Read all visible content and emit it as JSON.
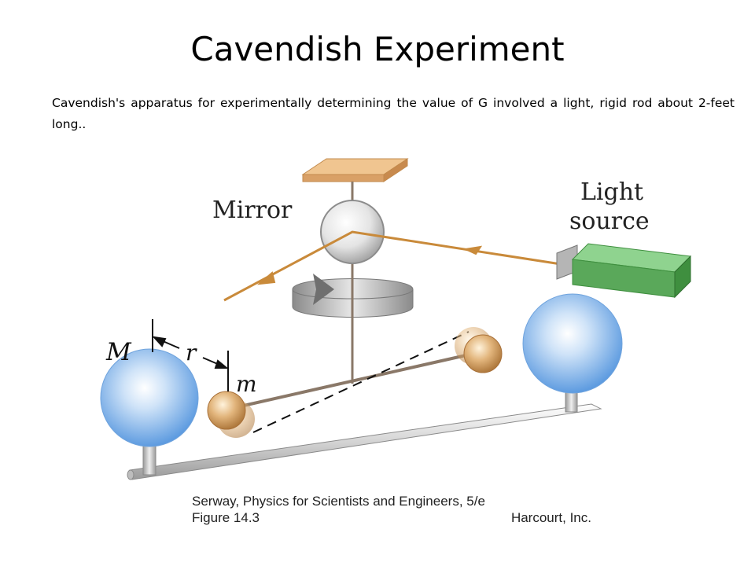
{
  "slide": {
    "title": "Cavendish Experiment",
    "body": "Cavendish's apparatus for experimentally determining the value of G involved a light, rigid rod about 2-feet  long.."
  },
  "figure": {
    "labels": {
      "mirror": "Mirror",
      "light_line1": "Light",
      "light_line2": "source",
      "big_mass": "M",
      "distance": "r",
      "small_mass": "m"
    },
    "credit": {
      "line1": "Serway, Physics for Scientists and Engineers, 5/e",
      "line2_left": "Figure 14.3",
      "line2_right": "Harcourt, Inc."
    }
  },
  "colors": {
    "light_beam": "#c98a3a",
    "light_source": "#5aa85a",
    "big_sphere": "#9cc4ee",
    "small_sphere": "#d9aa70",
    "support": "#c8c8c8"
  }
}
